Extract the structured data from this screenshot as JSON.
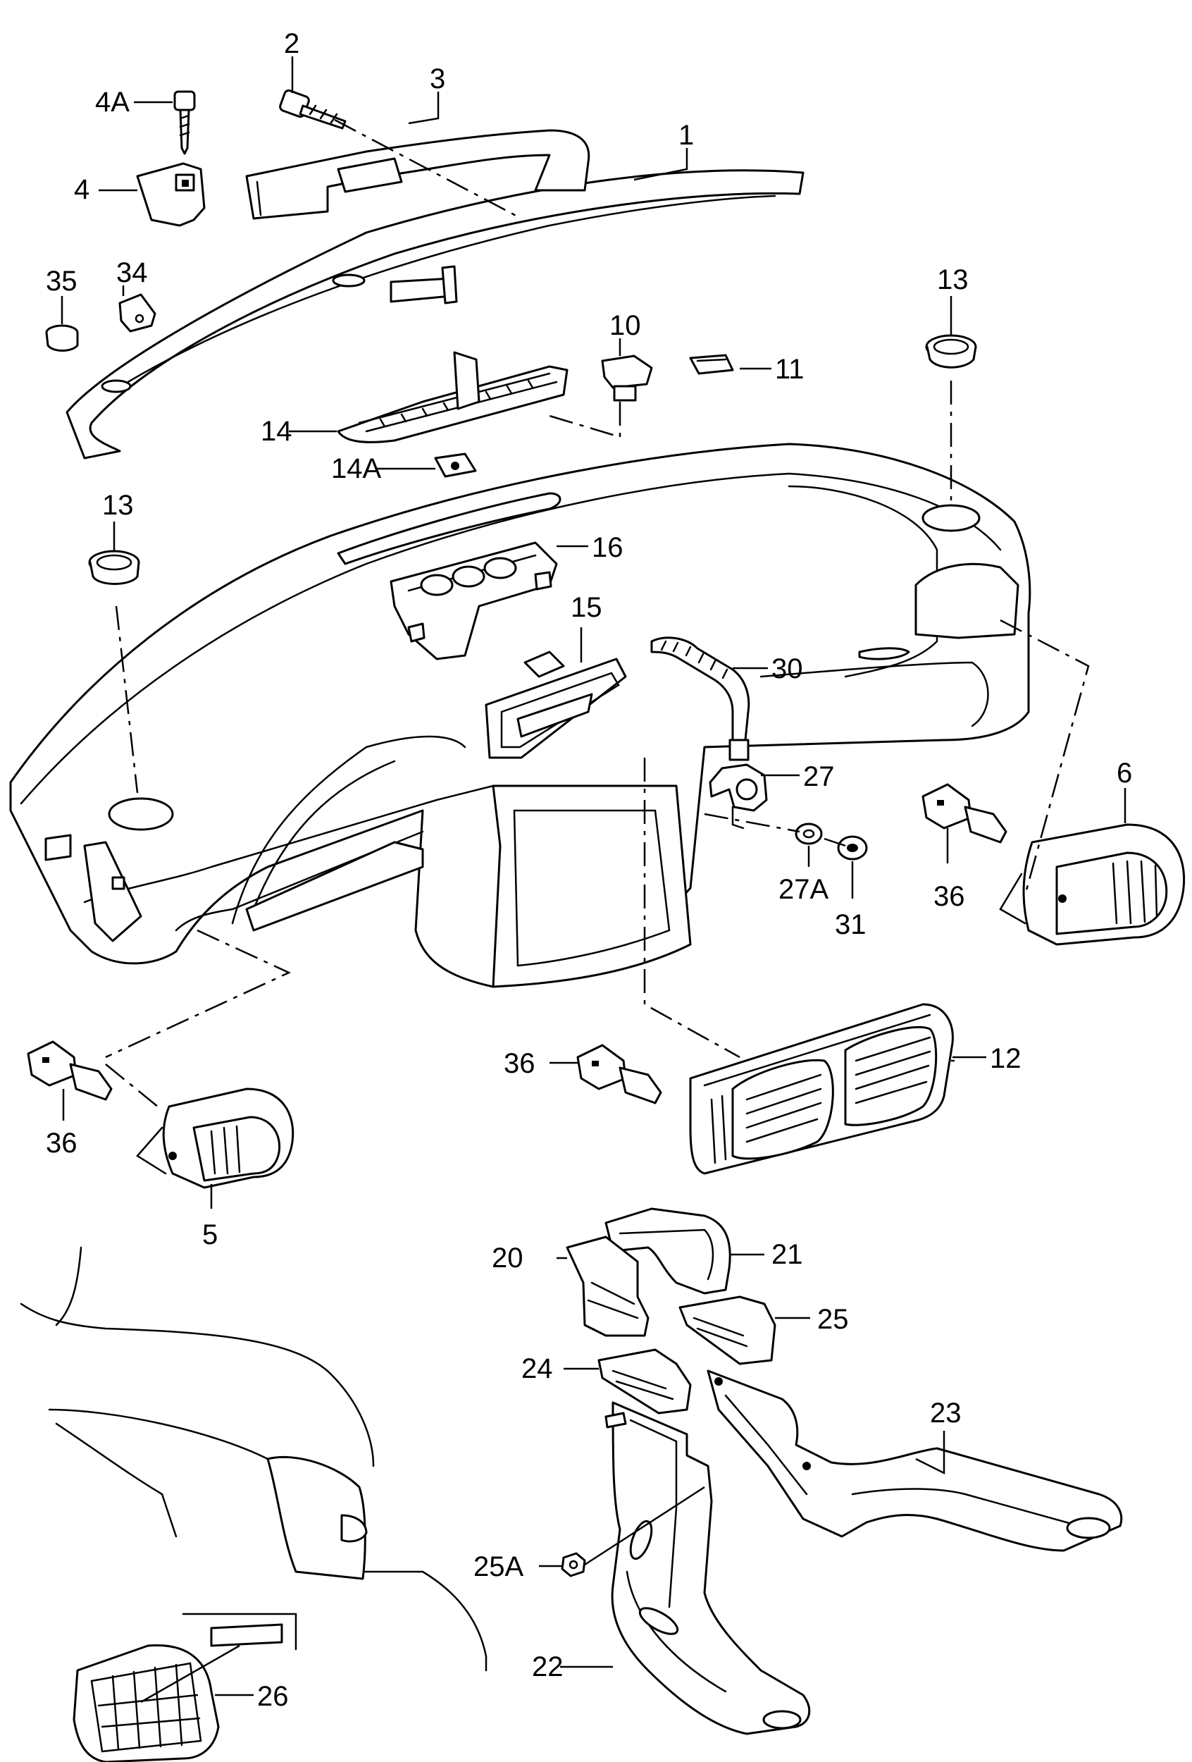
{
  "colors": {
    "line": "#000000",
    "background": "#ffffff"
  },
  "labels": {
    "p1": "1",
    "p2": "2",
    "p3": "3",
    "p4": "4",
    "p4a": "4A",
    "p5": "5",
    "p6": "6",
    "p10": "10",
    "p11": "11",
    "p12": "12",
    "p13a": "13",
    "p13b": "13",
    "p14": "14",
    "p14a": "14A",
    "p15": "15",
    "p16": "16",
    "p20": "20",
    "p21": "21",
    "p22": "22",
    "p23": "23",
    "p24": "24",
    "p25": "25",
    "p25a": "25A",
    "p26": "26",
    "p27": "27",
    "p27a": "27A",
    "p30": "30",
    "p31": "31",
    "p34": "34",
    "p35": "35",
    "p36a": "36",
    "p36b": "36",
    "p36c": "36"
  }
}
